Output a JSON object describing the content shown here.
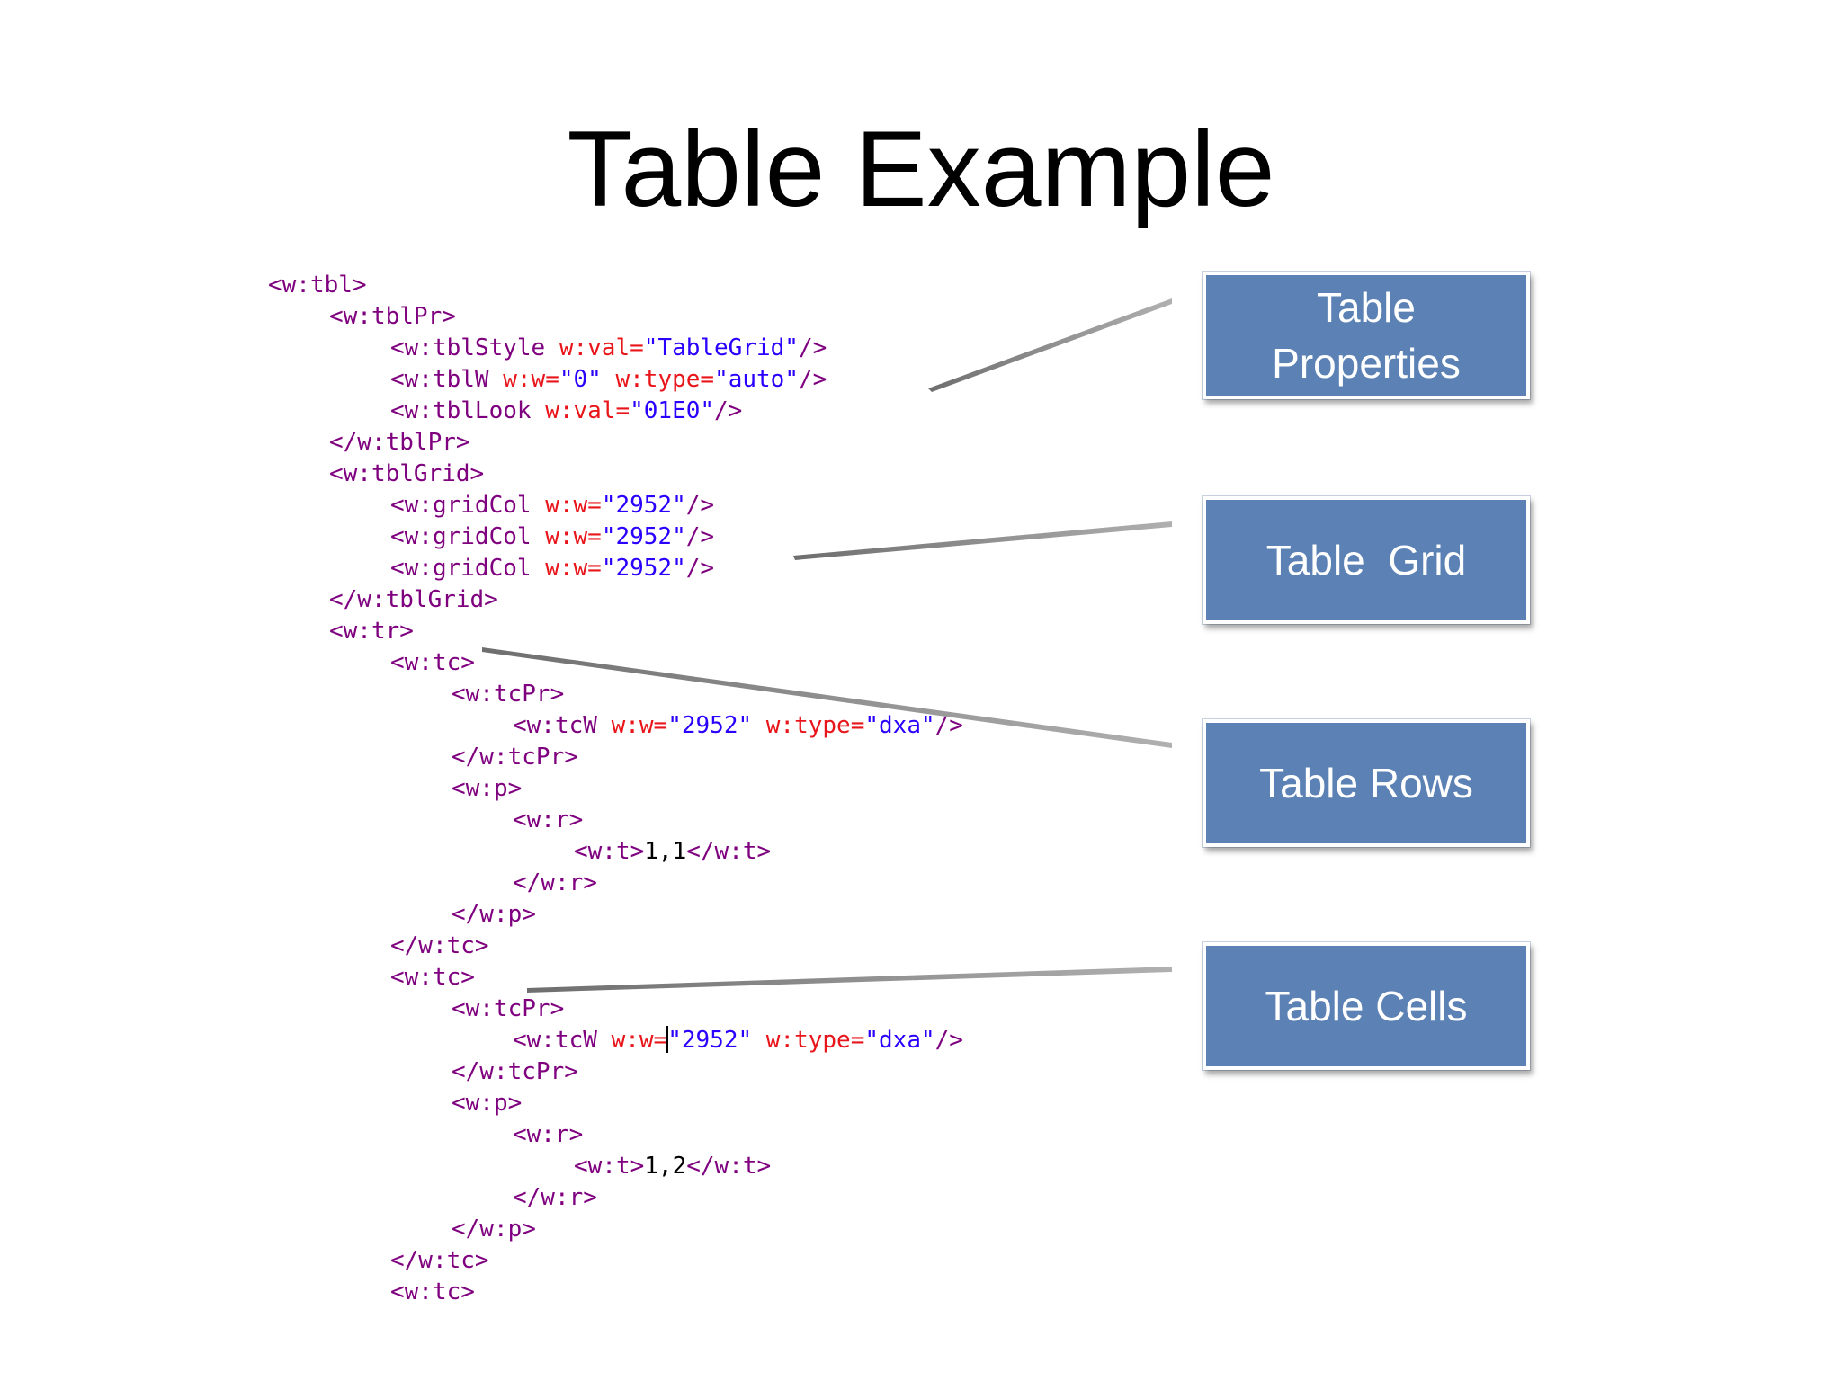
{
  "slide": {
    "title": "Table Example"
  },
  "code": {
    "lines": [
      {
        "indent": 0,
        "parts": [
          {
            "t": "tag",
            "v": "<w:tbl>"
          }
        ]
      },
      {
        "indent": 1,
        "parts": [
          {
            "t": "tag",
            "v": "<w:tblPr>"
          }
        ]
      },
      {
        "indent": 2,
        "parts": [
          {
            "t": "tag",
            "v": "<w:tblStyle "
          },
          {
            "t": "attr",
            "v": "w:val="
          },
          {
            "t": "val",
            "v": "\"TableGrid\""
          },
          {
            "t": "tag",
            "v": "/>"
          }
        ]
      },
      {
        "indent": 2,
        "parts": [
          {
            "t": "tag",
            "v": "<w:tblW "
          },
          {
            "t": "attr",
            "v": "w:w="
          },
          {
            "t": "val",
            "v": "\"0\" "
          },
          {
            "t": "attr",
            "v": "w:type="
          },
          {
            "t": "val",
            "v": "\"auto\""
          },
          {
            "t": "tag",
            "v": "/>"
          }
        ]
      },
      {
        "indent": 2,
        "parts": [
          {
            "t": "tag",
            "v": "<w:tblLook "
          },
          {
            "t": "attr",
            "v": "w:val="
          },
          {
            "t": "val",
            "v": "\"01E0\""
          },
          {
            "t": "tag",
            "v": "/>"
          }
        ]
      },
      {
        "indent": 1,
        "parts": [
          {
            "t": "tag",
            "v": "</w:tblPr>"
          }
        ]
      },
      {
        "indent": 1,
        "parts": [
          {
            "t": "tag",
            "v": "<w:tblGrid>"
          }
        ]
      },
      {
        "indent": 2,
        "parts": [
          {
            "t": "tag",
            "v": "<w:gridCol "
          },
          {
            "t": "attr",
            "v": "w:w="
          },
          {
            "t": "val",
            "v": "\"2952\""
          },
          {
            "t": "tag",
            "v": "/>"
          }
        ]
      },
      {
        "indent": 2,
        "parts": [
          {
            "t": "tag",
            "v": "<w:gridCol "
          },
          {
            "t": "attr",
            "v": "w:w="
          },
          {
            "t": "val",
            "v": "\"2952\""
          },
          {
            "t": "tag",
            "v": "/>"
          }
        ]
      },
      {
        "indent": 2,
        "parts": [
          {
            "t": "tag",
            "v": "<w:gridCol "
          },
          {
            "t": "attr",
            "v": "w:w="
          },
          {
            "t": "val",
            "v": "\"2952\""
          },
          {
            "t": "tag",
            "v": "/>"
          }
        ]
      },
      {
        "indent": 1,
        "parts": [
          {
            "t": "tag",
            "v": "</w:tblGrid>"
          }
        ]
      },
      {
        "indent": 1,
        "parts": [
          {
            "t": "tag",
            "v": "<w:tr>"
          }
        ]
      },
      {
        "indent": 2,
        "parts": [
          {
            "t": "tag",
            "v": "<w:tc>"
          }
        ]
      },
      {
        "indent": 3,
        "parts": [
          {
            "t": "tag",
            "v": "<w:tcPr>"
          }
        ]
      },
      {
        "indent": 4,
        "parts": [
          {
            "t": "tag",
            "v": "<w:tcW "
          },
          {
            "t": "attr",
            "v": "w:w="
          },
          {
            "t": "val",
            "v": "\"2952\" "
          },
          {
            "t": "attr",
            "v": "w:type="
          },
          {
            "t": "val",
            "v": "\"dxa\""
          },
          {
            "t": "tag",
            "v": "/>"
          }
        ]
      },
      {
        "indent": 3,
        "parts": [
          {
            "t": "tag",
            "v": "</w:tcPr>"
          }
        ]
      },
      {
        "indent": 3,
        "parts": [
          {
            "t": "tag",
            "v": "<w:p>"
          }
        ]
      },
      {
        "indent": 4,
        "parts": [
          {
            "t": "tag",
            "v": "<w:r>"
          }
        ]
      },
      {
        "indent": 5,
        "parts": [
          {
            "t": "tag",
            "v": "<w:t>"
          },
          {
            "t": "txt",
            "v": "1,1"
          },
          {
            "t": "tag",
            "v": "</w:t>"
          }
        ]
      },
      {
        "indent": 4,
        "parts": [
          {
            "t": "tag",
            "v": "</w:r>"
          }
        ]
      },
      {
        "indent": 3,
        "parts": [
          {
            "t": "tag",
            "v": "</w:p>"
          }
        ]
      },
      {
        "indent": 2,
        "parts": [
          {
            "t": "tag",
            "v": "</w:tc>"
          }
        ]
      },
      {
        "indent": 2,
        "parts": [
          {
            "t": "tag",
            "v": "<w:tc>"
          }
        ]
      },
      {
        "indent": 3,
        "parts": [
          {
            "t": "tag",
            "v": "<w:tcPr>"
          }
        ]
      },
      {
        "indent": 4,
        "parts": [
          {
            "t": "tag",
            "v": "<w:tcW "
          },
          {
            "t": "attr",
            "v": "w:w="
          },
          {
            "t": "caret",
            "v": ""
          },
          {
            "t": "val",
            "v": "\"2952\" "
          },
          {
            "t": "attr",
            "v": "w:type="
          },
          {
            "t": "val",
            "v": "\"dxa\""
          },
          {
            "t": "tag",
            "v": "/>"
          }
        ]
      },
      {
        "indent": 3,
        "parts": [
          {
            "t": "tag",
            "v": "</w:tcPr>"
          }
        ]
      },
      {
        "indent": 3,
        "parts": [
          {
            "t": "tag",
            "v": "<w:p>"
          }
        ]
      },
      {
        "indent": 4,
        "parts": [
          {
            "t": "tag",
            "v": "<w:r>"
          }
        ]
      },
      {
        "indent": 5,
        "parts": [
          {
            "t": "tag",
            "v": "<w:t>"
          },
          {
            "t": "txt",
            "v": "1,2"
          },
          {
            "t": "tag",
            "v": "</w:t>"
          }
        ]
      },
      {
        "indent": 4,
        "parts": [
          {
            "t": "tag",
            "v": "</w:r>"
          }
        ]
      },
      {
        "indent": 3,
        "parts": [
          {
            "t": "tag",
            "v": "</w:p>"
          }
        ]
      },
      {
        "indent": 2,
        "parts": [
          {
            "t": "tag",
            "v": "</w:tc>"
          }
        ]
      },
      {
        "indent": 2,
        "parts": [
          {
            "t": "tag",
            "v": "<w:tc>"
          }
        ]
      }
    ]
  },
  "callouts": {
    "table_properties": "Table\nProperties",
    "table_grid": "Table  Grid",
    "table_rows": "Table Rows",
    "table_cells": "Table Cells"
  },
  "colors": {
    "callout_fill": "#5b81b5",
    "tag": "#7f007f",
    "attribute": "#e8151b",
    "value": "#2a00ff",
    "connector": "#8c8c8c"
  }
}
